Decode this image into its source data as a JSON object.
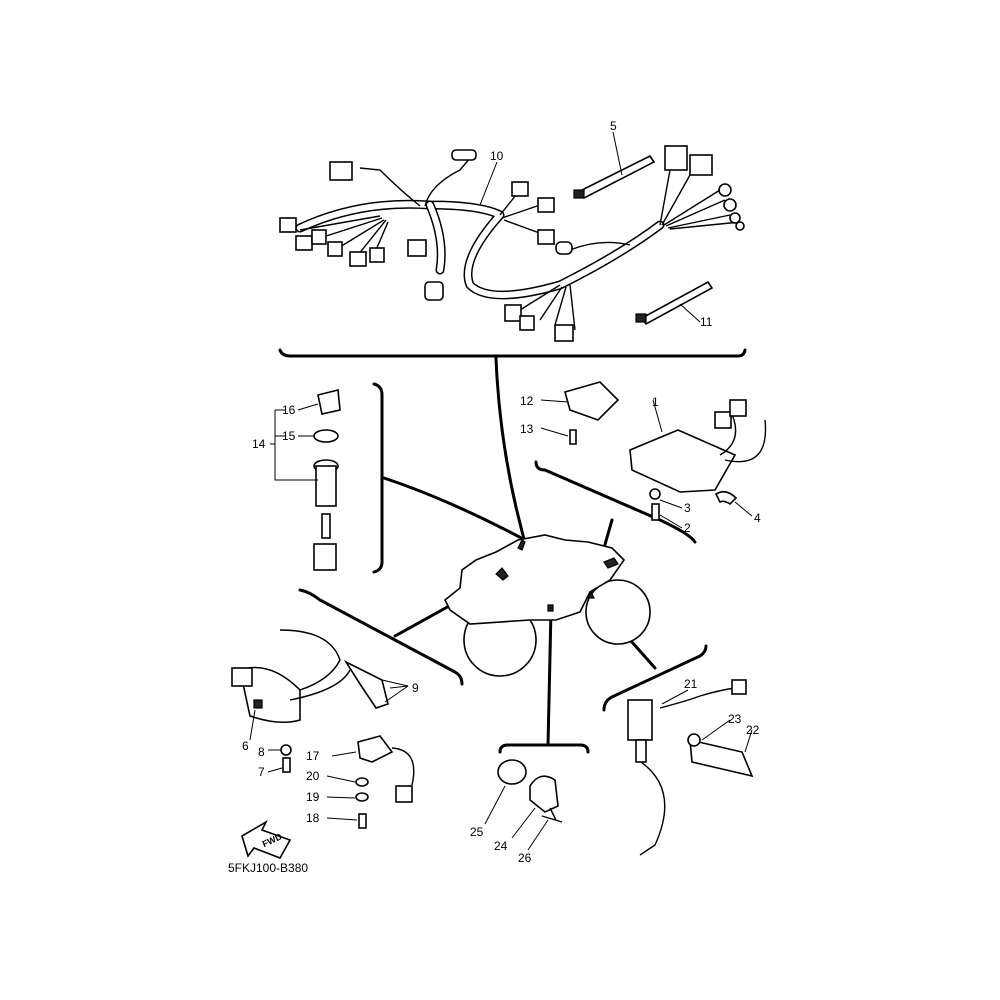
{
  "diagram": {
    "drawing_code": "5FKJ100-B380",
    "fwd_label": "FWD",
    "parts": [
      {
        "no": "1"
      },
      {
        "no": "2"
      },
      {
        "no": "3"
      },
      {
        "no": "4"
      },
      {
        "no": "5"
      },
      {
        "no": "6"
      },
      {
        "no": "7"
      },
      {
        "no": "8"
      },
      {
        "no": "9"
      },
      {
        "no": "10"
      },
      {
        "no": "11"
      },
      {
        "no": "12"
      },
      {
        "no": "13"
      },
      {
        "no": "14"
      },
      {
        "no": "15"
      },
      {
        "no": "16"
      },
      {
        "no": "17"
      },
      {
        "no": "18"
      },
      {
        "no": "19"
      },
      {
        "no": "20"
      },
      {
        "no": "21"
      },
      {
        "no": "22"
      },
      {
        "no": "23"
      },
      {
        "no": "24"
      },
      {
        "no": "25"
      },
      {
        "no": "26"
      }
    ]
  }
}
